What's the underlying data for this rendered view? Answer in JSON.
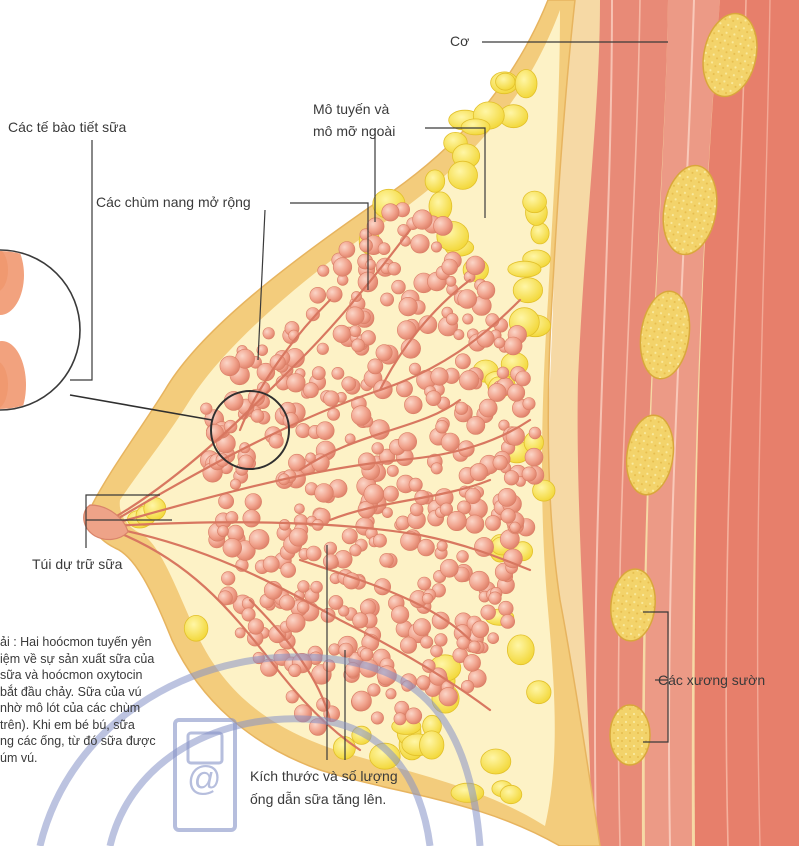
{
  "labels": {
    "muscle": "Cơ",
    "gland_fat": "Mô tuyến và\nmô mỡ ngoài",
    "secreting_cells": "Các tế bào tiết sữa",
    "enlarged_clusters": "Các chùm nang mở rộng",
    "reservoir": "Túi dự trữ sữa",
    "ribs": "Các xương sườn",
    "ducts": "Kích thước và số lượng\nống dẫn sữa tăng lên."
  },
  "caption_lines": [
    "ải : Hai hoócmon tuyến yên",
    "iệm về sự sản xuất sữa của",
    "sữa và hoócmon oxytocin",
    "bắt đầu chảy. Sữa của vú",
    "nhờ mô lót của các chùm",
    "trên). Khi em bé bú, sữa",
    "ng các ống, từ đó sữa được",
    "úm vú."
  ],
  "colors": {
    "skin": "#f3cc7c",
    "fat": "#f5dc43",
    "gland": "#f0a590",
    "muscle": "#e5806f",
    "leader": "#3a3a3a",
    "watermark": "#8793c8"
  }
}
